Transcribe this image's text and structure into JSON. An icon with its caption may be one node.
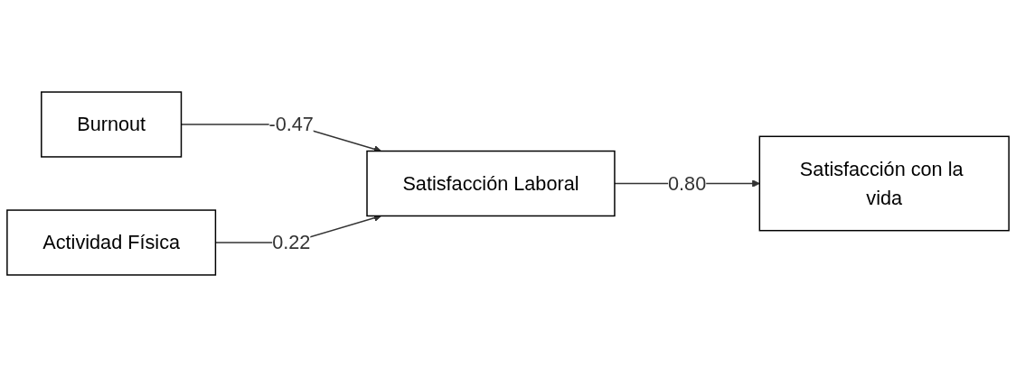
{
  "diagram": {
    "nodes": [
      {
        "text": [
          "Burnout"
        ]
      },
      {
        "text": [
          "Actividad Física"
        ]
      },
      {
        "text": [
          "Satisfacción Laboral"
        ]
      },
      {
        "text": [
          "Satisfacción con la vida"
        ]
      }
    ],
    "edges": [
      {
        "from": 0,
        "to": 2,
        "arrow": "to",
        "label": "-0.47"
      },
      {
        "from": 1,
        "to": 2,
        "arrow": "to",
        "label": "0.22"
      },
      {
        "from": 2,
        "to": 3,
        "arrow": "to",
        "label": "0.80"
      }
    ]
  }
}
